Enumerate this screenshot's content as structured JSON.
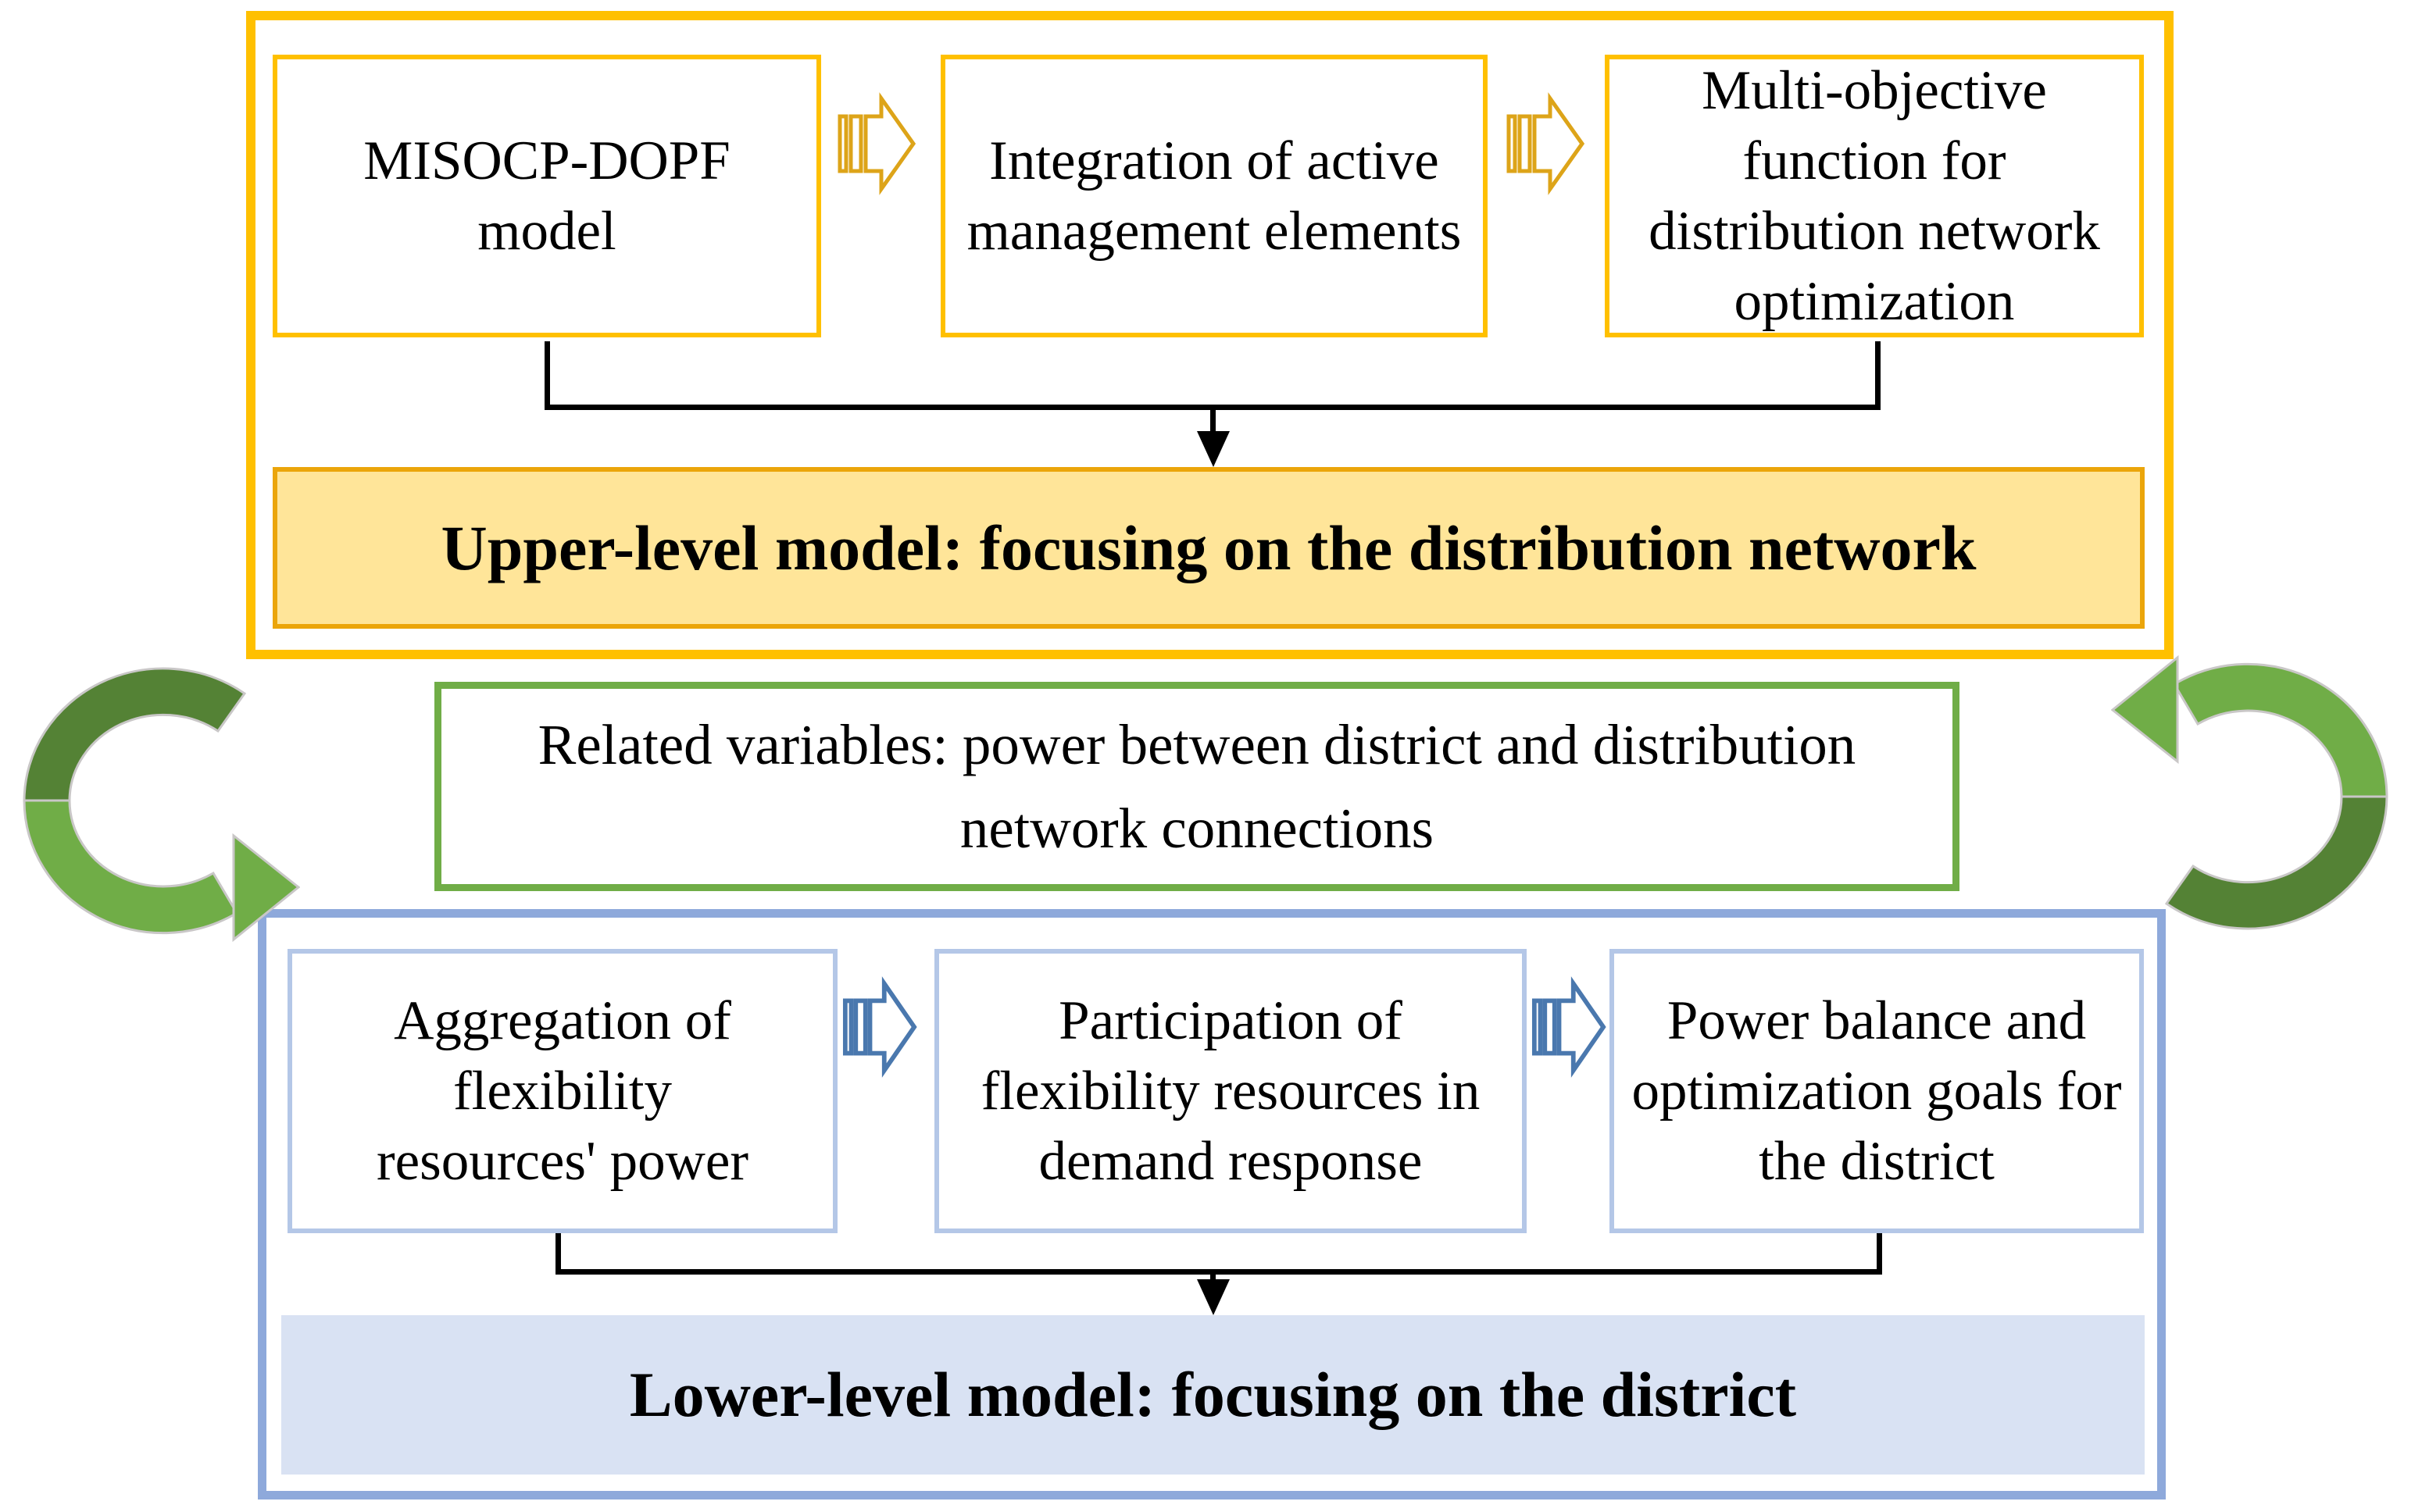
{
  "colors": {
    "gold_frame": "#FFC000",
    "gold_bar_fill": "#FFE599",
    "gold_bar_border": "#EBA50A",
    "gold_flow_arrow": "#DDA419",
    "green_border": "#70AD47",
    "green_arrow_light": "#70AD47",
    "green_arrow_dark": "#548235",
    "green_arrow_outline": "#C9C7C7",
    "blue_frame": "#8EA9DB",
    "blue_box_border": "#B4C7E7",
    "blue_bar_fill": "#D9E2F3",
    "blue_flow_arrow": "#4A78AE",
    "connector": "#000000"
  },
  "icons": {
    "flow_arrow": "striped-right-arrow",
    "converge_arrow": "down-arrow",
    "coupling_left": "curved-arrow-clockwise",
    "coupling_right": "curved-arrow-counterclockwise"
  },
  "upper_level": {
    "boxes": [
      "MISOCP-DOPF\nmodel",
      "Integration of active\nmanagement elements",
      "Multi-objective\nfunction for\ndistribution network\noptimization"
    ],
    "bar": "Upper-level model: focusing on the distribution network"
  },
  "coupling": {
    "box": "Related variables: power between district and distribution\nnetwork connections"
  },
  "lower_level": {
    "boxes": [
      "Aggregation of\nflexibility\nresources' power",
      "Participation of\nflexibility resources in\ndemand response",
      "Power balance and\noptimization goals for\nthe district"
    ],
    "bar": "Lower-level model: focusing on the district"
  }
}
